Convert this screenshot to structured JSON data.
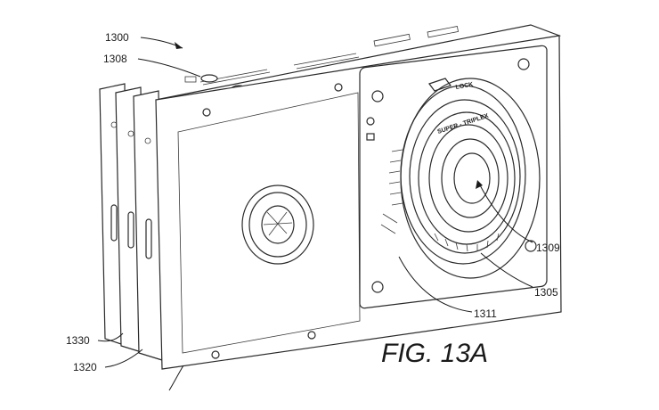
{
  "figure_label": "FIG. 13A",
  "lens_text": {
    "lock": "LOCK",
    "lens_name": "SUPER - TRIPLEX"
  },
  "references": [
    {
      "id": "ref-1300",
      "text": "1300"
    },
    {
      "id": "ref-1308",
      "text": "1308"
    },
    {
      "id": "ref-1309",
      "text": "1309"
    },
    {
      "id": "ref-1305",
      "text": "1305"
    },
    {
      "id": "ref-1311",
      "text": "1311"
    },
    {
      "id": "ref-1330",
      "text": "1330"
    },
    {
      "id": "ref-1320",
      "text": "1320"
    }
  ]
}
